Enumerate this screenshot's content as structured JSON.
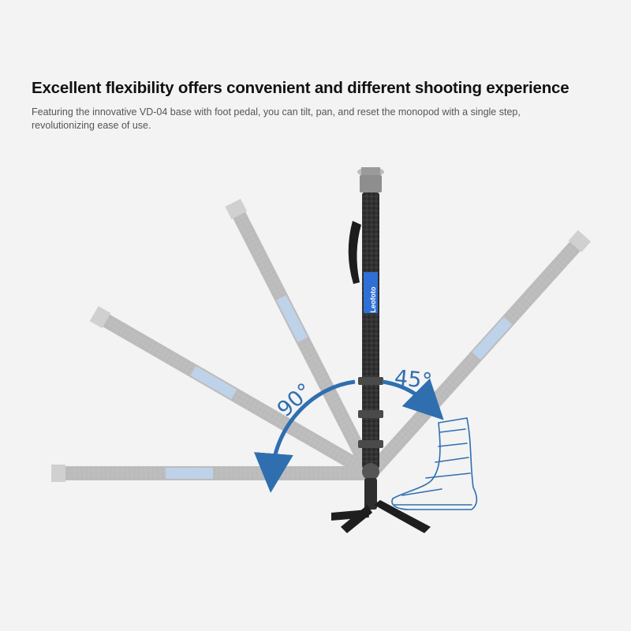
{
  "heading": "Excellent flexibility offers convenient and different shooting experience",
  "description": "Featuring the innovative VD-04 base with foot pedal, you can tilt, pan, and reset the monopod with a single step, revolutionizing ease of use.",
  "brand_logo": "Leofoto",
  "angles": {
    "left": "90°",
    "right": "45°"
  },
  "colors": {
    "background": "#f3f3f3",
    "accent_blue": "#2f6fb0",
    "label_blue": "#3a7fd0",
    "carbon": "#2b2b2b"
  },
  "icons": [
    "monopod-icon",
    "foot-icon",
    "curved-arrow-icon"
  ]
}
